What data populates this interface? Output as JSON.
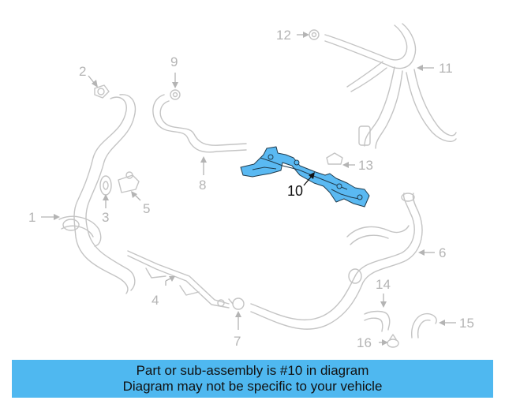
{
  "diagram": {
    "callouts": {
      "c1": "1",
      "c2": "2",
      "c3": "3",
      "c4": "4",
      "c5": "5",
      "c6": "6",
      "c7": "7",
      "c8": "8",
      "c9": "9",
      "c10": "10",
      "c11": "11",
      "c12": "12",
      "c13": "13",
      "c14": "14",
      "c15": "15",
      "c16": "16"
    },
    "highlighted_part": "10",
    "colors": {
      "highlight_fill": "#5ab9f2",
      "ghost_stroke": "#c4c4c4",
      "banner_background": "#4fb8f0"
    }
  },
  "banner": {
    "line1": "Part or sub-assembly is #10 in diagram",
    "line2": "Diagram may not be specific to your vehicle"
  }
}
